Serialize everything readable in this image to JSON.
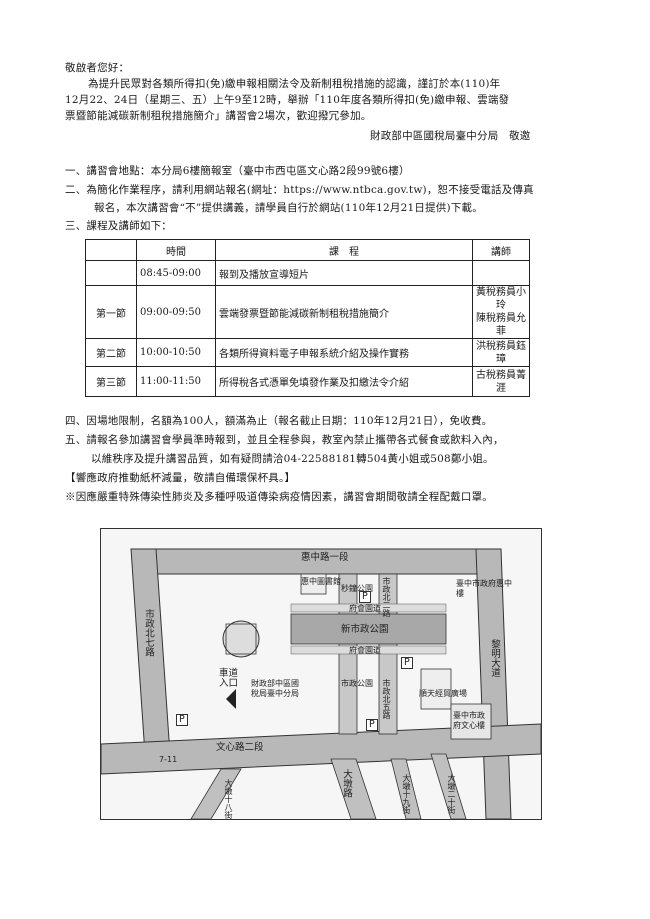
{
  "greeting": "敬啟者您好：",
  "intro_lines": [
    "為提升民眾對各類所得扣(免)繳申報相關法令及新制租稅措施的認識，謹訂於本(110)年",
    "12月22、24日（星期三、五）上午9至12時，舉辦「110年度各類所得扣(免)繳申報、雲端發",
    "票暨節能減碳新制租稅措施簡介」講習會2場次，歡迎撥冗參加。"
  ],
  "signature": "財政部中區國稅局臺中分局　敬邀",
  "items": [
    "一、講習會地點：本分局6樓簡報室（臺中市西屯區文心路2段99號6樓）",
    "二、為簡化作業程序，請利用網站報名(網址：https://www.ntbca.gov.tw)，恕不接受電話及傳真",
    "報名，本次講習會“不”提供講義，請學員自行於網站(110年12月21日提供)下載。",
    "三、課程及講師如下："
  ],
  "schedule": {
    "headers": [
      "",
      "時間",
      "課　程",
      "講師"
    ],
    "rows": [
      {
        "label": "",
        "time": "08:45-09:00",
        "course": "報到及播放宣導短片",
        "instructors": [
          ""
        ]
      },
      {
        "label": "第一節",
        "time": "09:00-09:50",
        "course": "雲端發票暨節能減碳新制租稅措施簡介",
        "instructors": [
          "黃稅務員小玲",
          "陳稅務員允菲"
        ]
      },
      {
        "label": "第二節",
        "time": "10:00-10:50",
        "course": "各類所得資料電子申報系統介紹及操作實務",
        "instructors": [
          "洪稅務員鈺璋"
        ]
      },
      {
        "label": "第三節",
        "time": "11:00-11:50",
        "course": "所得稅各式憑單免填發作業及扣繳法令介紹",
        "instructors": [
          "古稅務員菁涯"
        ]
      }
    ]
  },
  "notes": [
    "四、因場地限制，名額為100人，額滿為止（報名截止日期：110年12月21日），免收費。",
    "五、請報名參加講習會學員準時報到，並且全程參與，教室內禁止攜帶各式餐食或飲料入內，",
    "以維秩序及提升講習品質，如有疑問請洽04-22588181轉504黃小姐或508鄭小姐。",
    "【響應政府推動紙杯減量，敬請自備環保杯具。】",
    "※因應嚴重特殊傳染性肺炎及多種呼吸道傳染病疫情因素，講習會期間敬請全程配戴口罩。"
  ],
  "map": {
    "roads": {
      "top": "惠中路一段",
      "left": "市政北七路",
      "right": "黎明大道",
      "bottom": "文心路二段",
      "mid_north": "市政北二路",
      "mid_south": "市政北五路",
      "mid_north_lane": "府會園道",
      "mid_south_lane": "府會園道",
      "sw1": "大墩十八街",
      "sw2": "大墩路",
      "se1": "大墩十九街",
      "se2": "大墩二十街"
    },
    "places": {
      "library": "惠中圖書館",
      "park_a": "秒鐘公園",
      "city_hall_park": "新市政公園",
      "park_b": "市政公園",
      "plaza": "順天經貿廣場",
      "tax_office": "財政部中區國稅局臺中分局",
      "gov_huizhong": "臺中市政府惠中樓",
      "gov_wenxin": "臺中市政府文心樓",
      "entrance": "車道入口",
      "parking": "P",
      "route_no": "7-11"
    }
  }
}
